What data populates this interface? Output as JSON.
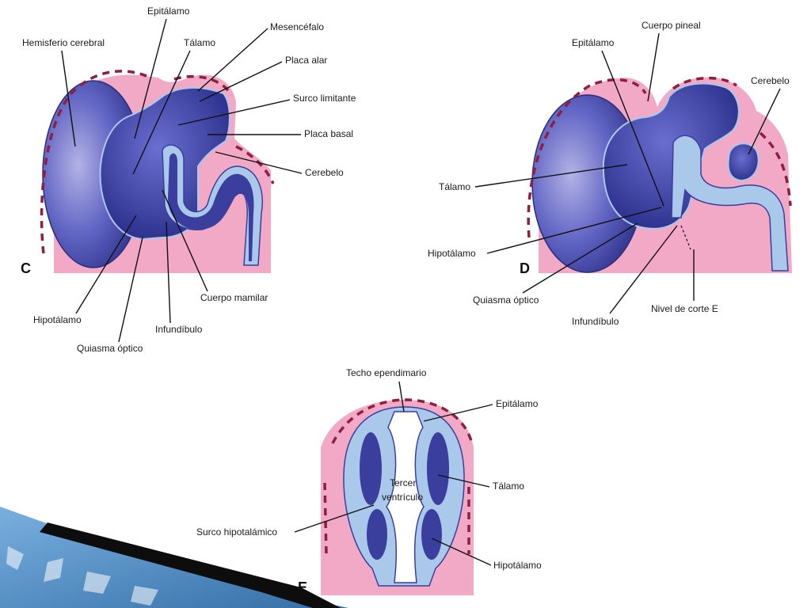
{
  "panels": {
    "C": {
      "letter": "C",
      "labels": {
        "hemisferio": "Hemisferio cerebral",
        "epitalamo": "Epitálamo",
        "talamo": "Tálamo",
        "mesencefalo": "Mesencéfalo",
        "placa_alar": "Placa alar",
        "surco_limitante": "Surco limitante",
        "placa_basal": "Placa basal",
        "cerebelo": "Cerebelo",
        "cuerpo_mamilar": "Cuerpo mamilar",
        "infundibulo": "Infundíbulo",
        "hipotalamo": "Hipotálamo",
        "quiasma": "Quiasma óptico"
      }
    },
    "D": {
      "letter": "D",
      "labels": {
        "cuerpo_pineal": "Cuerpo pineal",
        "epitalamo": "Epitálamo",
        "cerebelo": "Cerebelo",
        "talamo": "Tálamo",
        "hipotalamo": "Hipotálamo",
        "quiasma": "Quiasma óptico",
        "infundibulo": "Infundíbulo",
        "nivel_corte": "Nivel de corte E"
      }
    },
    "E": {
      "letter": "E",
      "labels": {
        "techo": "Techo ependimario",
        "epitalamo": "Epitálamo",
        "tercer": "Tercer",
        "ventriculo": "ventrículo",
        "talamo": "Tálamo",
        "surco_hipotalamico": "Surco hipotalámico",
        "hipotalamo": "Hipotálamo"
      }
    }
  },
  "colors": {
    "background": "#ffffff",
    "mesoderm_pink": "#f2a9c6",
    "neural_dark": "#3a3f9e",
    "neural_mid": "#5257b8",
    "ventricle_light": "#a9c8ea",
    "dashed_red": "#8e1f3e",
    "corner_decor_blue": "#2a6fb0"
  }
}
